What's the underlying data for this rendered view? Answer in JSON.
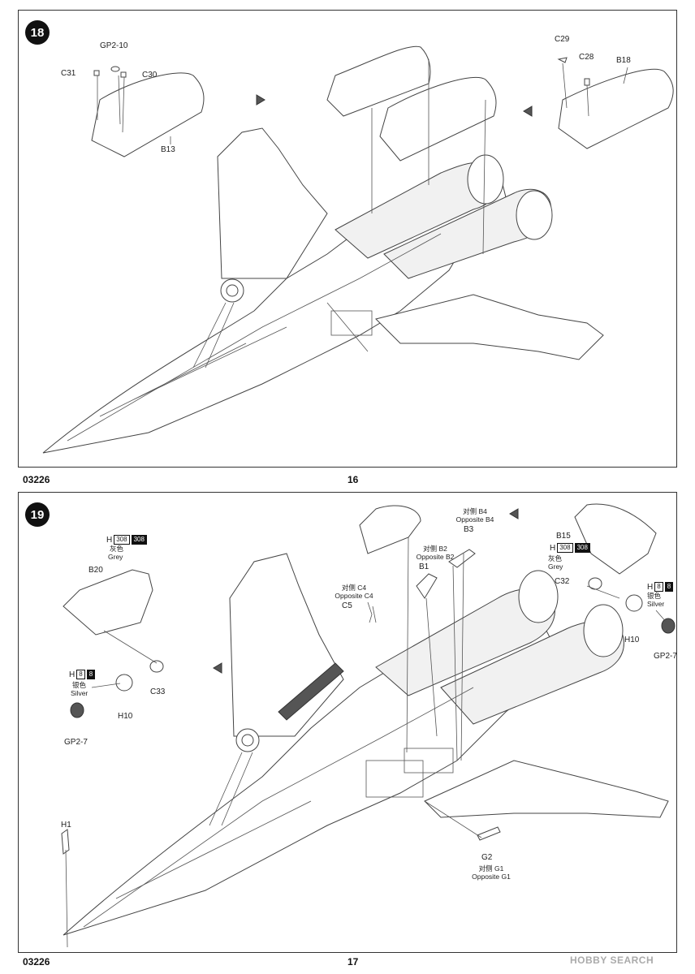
{
  "steps": [
    {
      "number": "18",
      "labels": {
        "gp2_10": "GP2-10",
        "c31": "C31",
        "c30": "C30",
        "b13": "B13",
        "c29": "C29",
        "c28": "C28",
        "b18": "B18"
      }
    },
    {
      "number": "19",
      "labels": {
        "b20": "B20",
        "grey_cn_left": "灰色",
        "grey_left": "Grey",
        "silver_cn_left": "银色",
        "silver_left": "Silver",
        "c33": "C33",
        "h10_left": "H10",
        "gp2_7_left": "GP2-7",
        "h1": "H1",
        "opp_c4_cn": "对侧 C4",
        "opp_c4": "Opposite C4",
        "c5": "C5",
        "opp_b4_cn": "对侧 B4",
        "opp_b4": "Opposite B4",
        "b3": "B3",
        "opp_b2_cn": "对侧 B2",
        "opp_b2": "Opposite B2",
        "b1": "B1",
        "b15": "B15",
        "grey_cn_right": "灰色",
        "grey_right": "Grey",
        "c32": "C32",
        "silver_cn_right": "银色",
        "silver_right": "Silver",
        "h10_right": "H10",
        "gp2_7_right": "GP2-7",
        "g2": "G2",
        "opp_g1_cn": "对侧 G1",
        "opp_g1": "Opposite G1"
      },
      "paint_codes": {
        "grey_letter": "H",
        "grey_code_a": "308",
        "grey_code_b": "308",
        "silver_letter": "H",
        "silver_code_a": "8",
        "silver_code_b": "8"
      }
    }
  ],
  "footer": {
    "kit_number_top": "03226",
    "page_top": "16",
    "kit_number_bottom": "03226",
    "page_bottom": "17"
  },
  "watermark": "HOBBY SEARCH"
}
